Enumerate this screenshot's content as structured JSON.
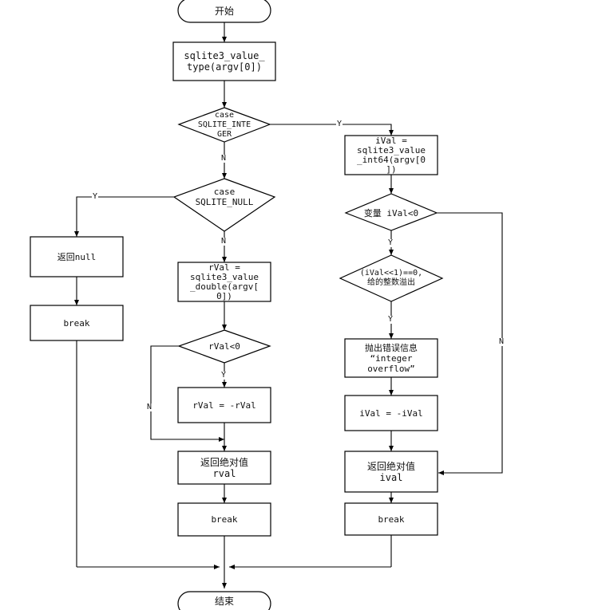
{
  "flowchart": {
    "start": "开始",
    "get_type": "sqlite3_value_\ntype(argv[0])",
    "case_integer": "case\nSQLITE_INTE\nGER",
    "case_null": "case\nSQLITE_NULL",
    "return_null": "返回null",
    "break_null": "break",
    "rval_assign": "rVal =\nsqlite3_value\n_double(argv[\n0])",
    "rval_check": "rVal<0",
    "rval_negate": "rVal = -rVal",
    "return_rval": "返回绝对值\nrval",
    "break_rval": "break",
    "ival_assign": "iVal =\nsqlite3_value\n_int64(argv[0\n])",
    "ival_check": "变量 iVal<0",
    "overflow_check": "(iVal<<1)==0,\n给的整数溢出",
    "overflow_error": "抛出错误信息\n“integer\noverflow”",
    "ival_negate": "iVal = -iVal",
    "return_ival": "返回绝对值\nival",
    "break_ival": "break",
    "end": "结束"
  },
  "edge_labels": {
    "integer_yes": "Y",
    "integer_no": "N",
    "null_yes": "Y",
    "null_no": "N",
    "rval_yes": "Y",
    "rval_no": "N",
    "ival_yes": "Y",
    "ival_no": "N",
    "overflow_yes": "Y"
  }
}
